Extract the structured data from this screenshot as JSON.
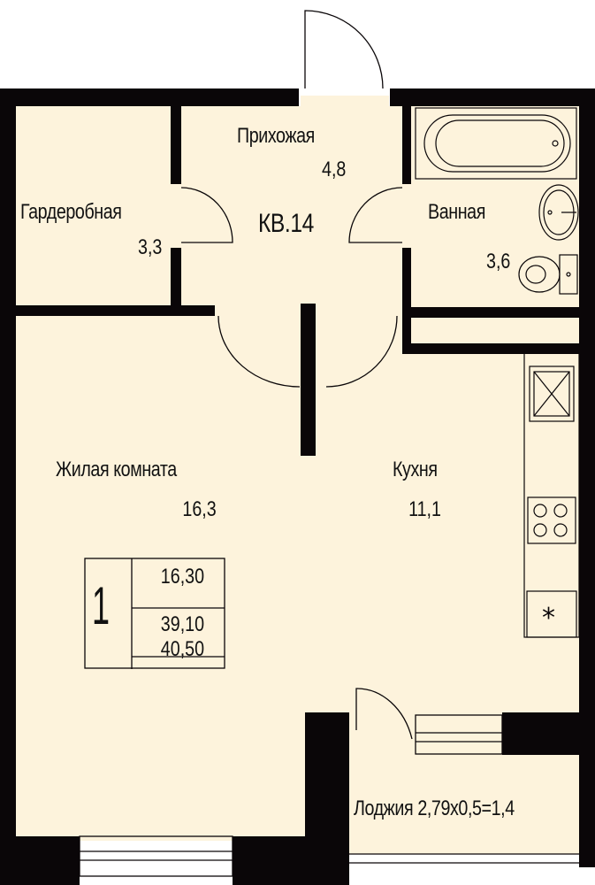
{
  "apartment": {
    "label": "КВ.14",
    "rooms_count": "1"
  },
  "rooms": [
    {
      "name": "Гардеробная",
      "area": "3,3"
    },
    {
      "name": "Прихожая",
      "area": "4,8"
    },
    {
      "name": "Ванная",
      "area": "3,6"
    },
    {
      "name": "Жилая комната",
      "area": "16,3"
    },
    {
      "name": "Кухня",
      "area": "11,1"
    },
    {
      "name": "Лоджия 2,79х0,5=1,4"
    }
  ],
  "summary": {
    "living_area": "16,30",
    "total_area": "39,10",
    "total_with_loggia": "40,50"
  },
  "colors": {
    "floor": "#FDF3DC",
    "wall": "#0A0608"
  }
}
